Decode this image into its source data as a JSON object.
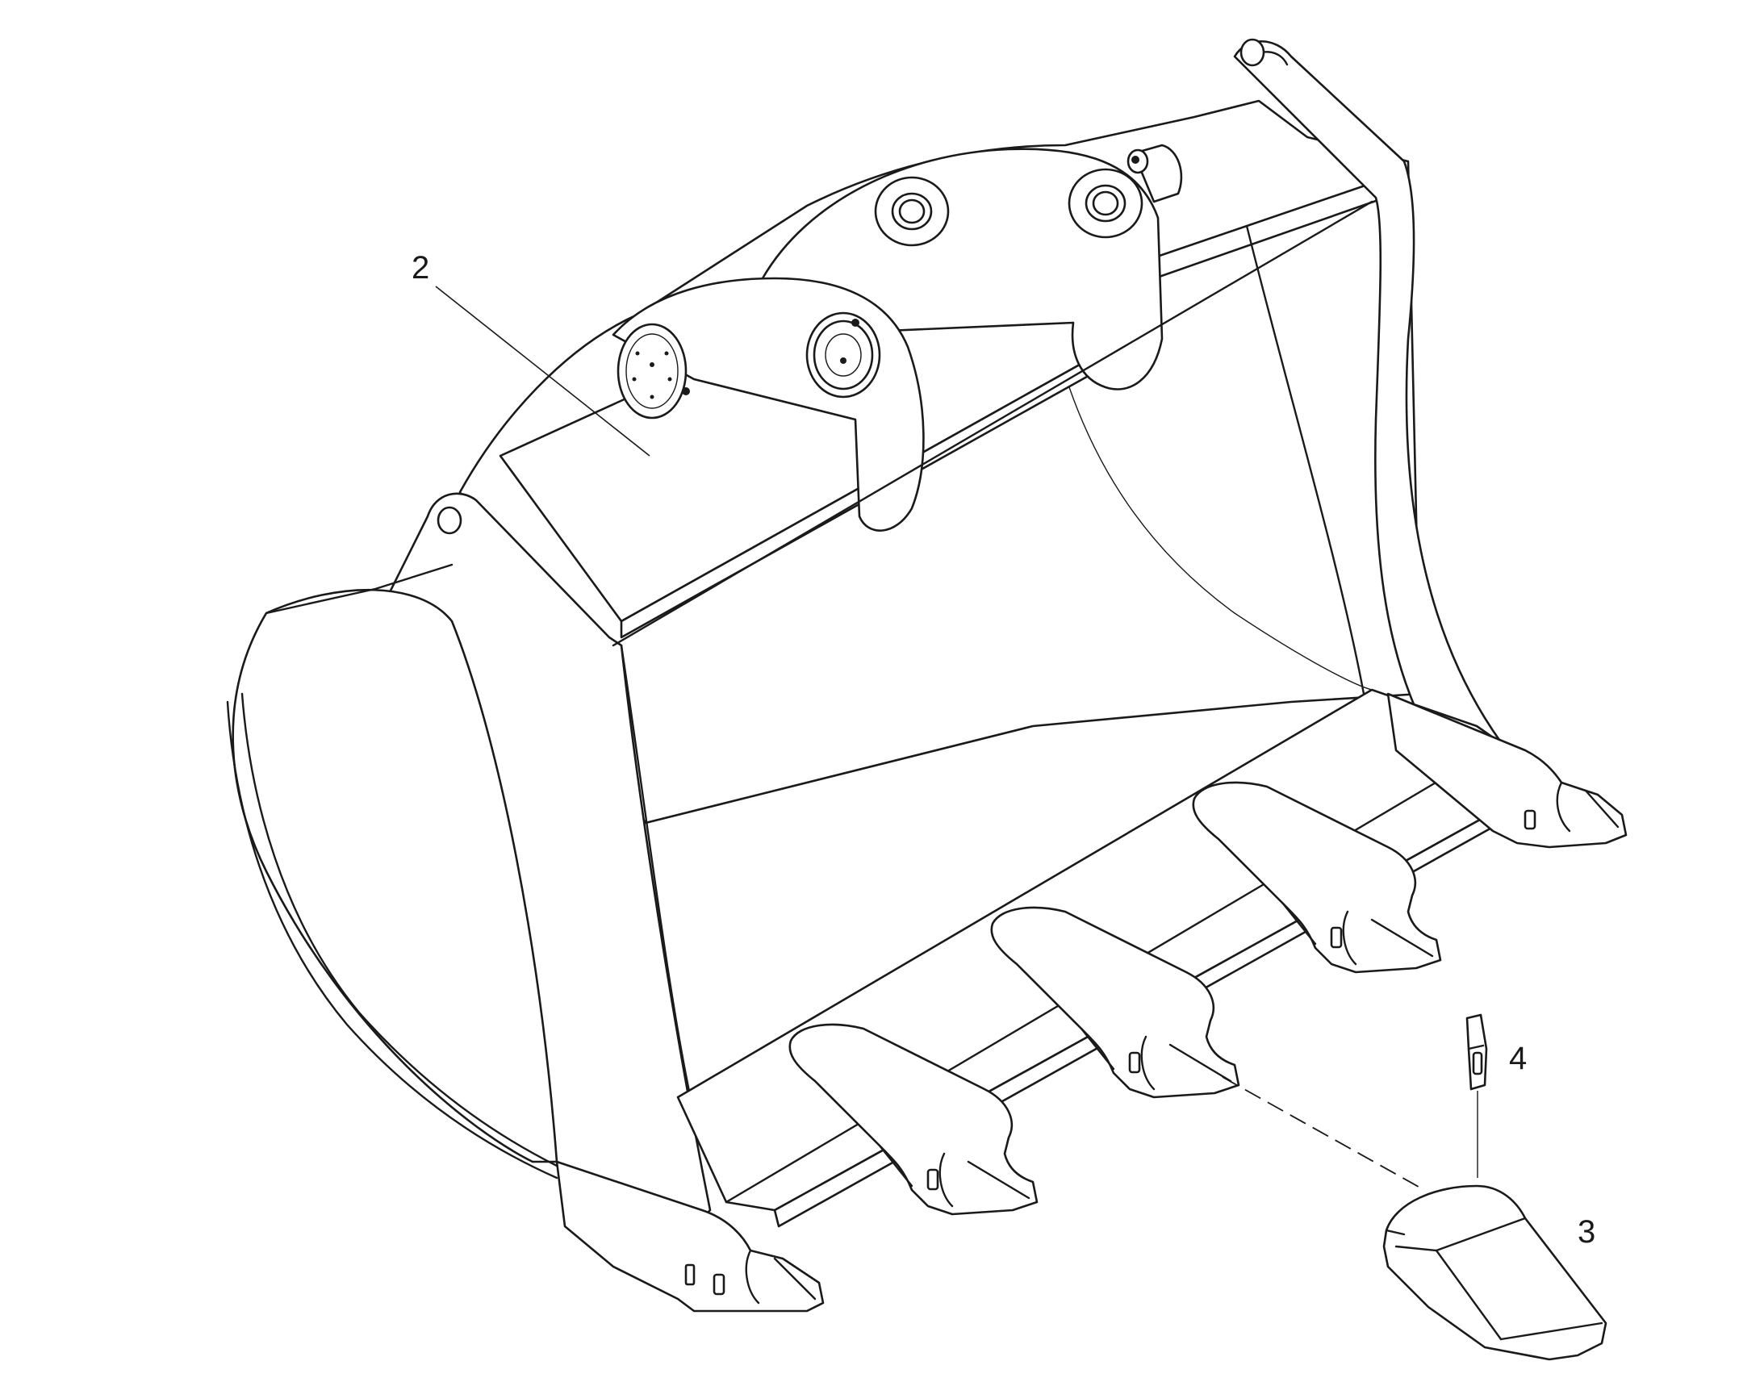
{
  "callouts": {
    "bucket": "2",
    "tooth": "3",
    "retainer": "4"
  },
  "colors": {
    "line": "#1a1a1a",
    "background": "#ffffff"
  }
}
